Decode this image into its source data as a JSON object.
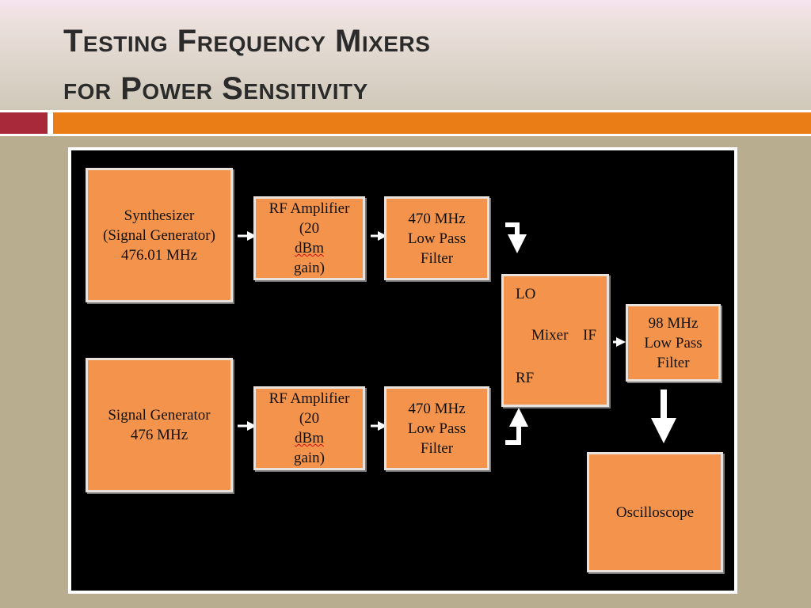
{
  "slide": {
    "title_line1": "Testing Frequency Mixers",
    "title_line2": "for Power Sensitivity"
  },
  "diagram": {
    "synthesizer": [
      "Synthesizer",
      "(Signal Generator)",
      "476.01 MHz"
    ],
    "signal_generator": [
      "Signal Generator",
      "476 MHz"
    ],
    "rf_amplifier_top": {
      "line1": "RF Amplifier",
      "line2_pre": "(20 ",
      "line2_unit": "dBm",
      "line3": "gain)"
    },
    "rf_amplifier_bottom": {
      "line1": "RF Amplifier",
      "line2_pre": "(20 ",
      "line2_unit": "dBm",
      "line3": "gain)"
    },
    "lpf_top": [
      "470 MHz",
      "Low Pass",
      "Filter"
    ],
    "lpf_bottom": [
      "470 MHz",
      "Low Pass",
      "Filter"
    ],
    "mixer": {
      "lo": "LO",
      "label": "Mixer",
      "if": "IF",
      "rf": "RF"
    },
    "if_filter": [
      "98 MHz",
      "Low Pass",
      "Filter"
    ],
    "oscilloscope": "Oscilloscope"
  },
  "colors": {
    "block_fill": "#f4944c",
    "background": "#000000",
    "accent_orange": "#ea7d15",
    "accent_red": "#a8293a"
  }
}
